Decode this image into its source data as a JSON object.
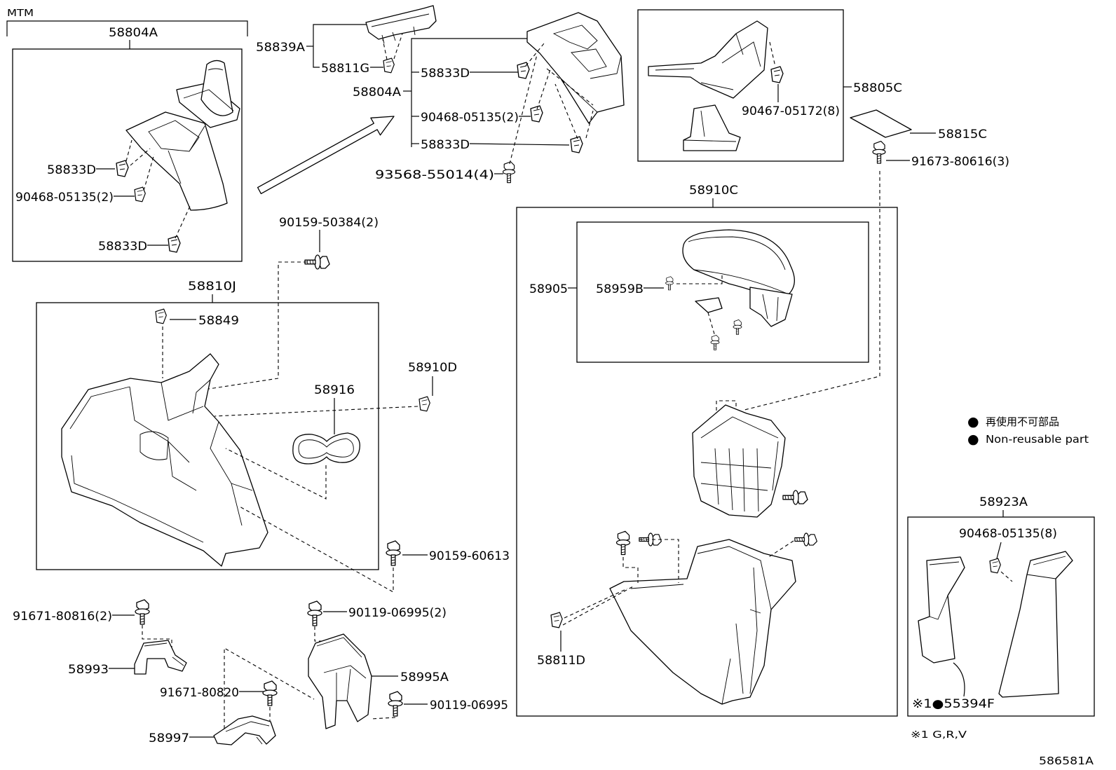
{
  "diagram": {
    "variant_label": "MTM",
    "callouts": [
      "58804A",
      "58839A",
      "58811G",
      "58833D",
      "58804A",
      "90468-05135(2)",
      "58833D",
      "93568-55014(4)",
      "58805C",
      "90467-05172(8)",
      "58815C",
      "91673-80616(3)",
      "58833D",
      "90468-05135(2)",
      "58833D",
      "90159-50384(2)",
      "58810J",
      "58849",
      "58910C",
      "58905",
      "58959B",
      "58910D",
      "58916",
      "58923A",
      "90468-05135(8)",
      "90159-60613",
      "91671-80816(2)",
      "90119-06995(2)",
      "58993",
      "58995A",
      "91671-80820",
      "90119-06995",
      "58997",
      "58811D",
      "※1●55394F"
    ],
    "legend": {
      "marker": "●",
      "jp": "再使用不可部品",
      "en": "Non-reusable part"
    },
    "note": "※1 G,R,V",
    "illustration_code": "586581A",
    "line_color": "#000000",
    "background": "#ffffff"
  }
}
